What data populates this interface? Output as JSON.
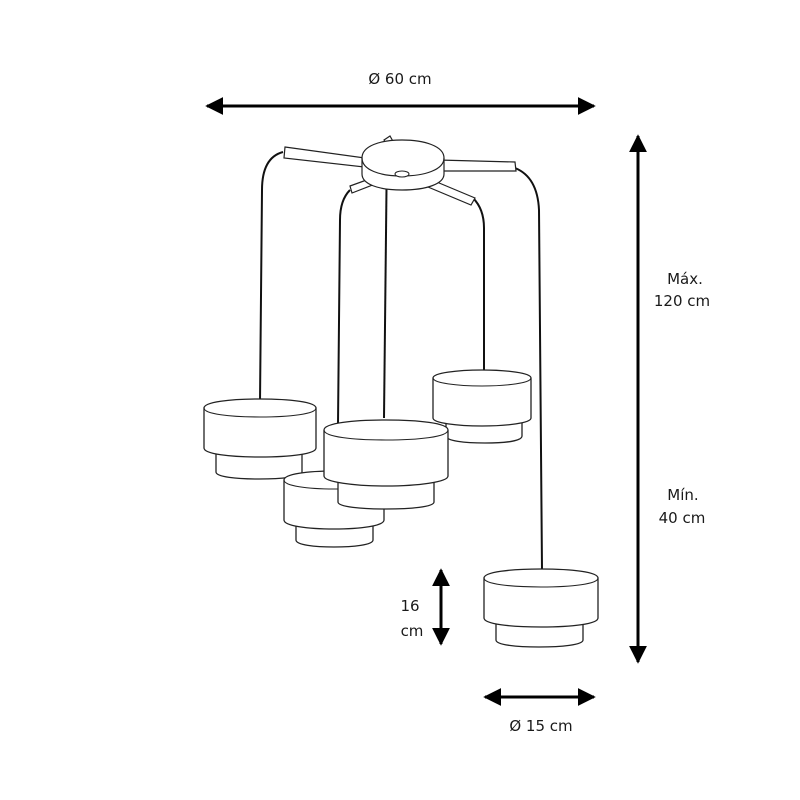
{
  "dimensions": {
    "canopy_width": "Ø 60 cm",
    "max_height_line1": "Máx.",
    "max_height_line2": "120 cm",
    "min_height_line1": "Mín.",
    "min_height_line2": "40 cm",
    "shade_height_line1": "16",
    "shade_height_line2": "cm",
    "shade_diameter": "Ø 15 cm"
  }
}
